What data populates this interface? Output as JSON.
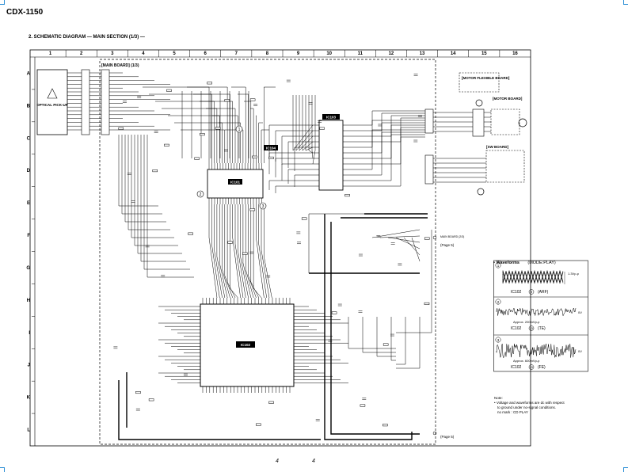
{
  "header": {
    "title": "CDX-1150",
    "subtitle": "2. SCHEMATIC DIAGRAM — MAIN SECTION (1/3) —"
  },
  "grid": {
    "columns": [
      "1",
      "2",
      "3",
      "4",
      "5",
      "6",
      "7",
      "8",
      "9",
      "10",
      "11",
      "12",
      "13",
      "14",
      "15",
      "16"
    ],
    "rows": [
      "A",
      "B",
      "C",
      "D",
      "E",
      "F",
      "G",
      "H",
      "I",
      "J",
      "K",
      "L"
    ]
  },
  "boards": {
    "main": "[MAIN BOARD] (1/3)",
    "optical": "OPTICAL PICK-UP",
    "motor_flexible": "[MOTOR FLEXIBLE BOARD]",
    "motor": "[MOTOR BOARD]",
    "sw": "[SW BOARD]"
  },
  "ic_labels": {
    "ic101": "IC101",
    "ic102": "IC102",
    "ic103": "IC103",
    "ic104": "IC104"
  },
  "page_refs": {
    "ref1_main": "MAIN BOARD (2/3)",
    "ref1_page": "(Page 5)",
    "ref2_page": "(Page 5)"
  },
  "waveforms": {
    "heading": "• Waveforms",
    "mode": "(MODE:PLAY)",
    "items": [
      {
        "num": "1",
        "amp": "1.3Vp-p",
        "ic": "IC102",
        "pin": "9",
        "sig": "(ARF)",
        "zero": ""
      },
      {
        "num": "2",
        "amp": "Approx. 200mVp-p",
        "ic": "IC102",
        "pin": "23",
        "sig": "(TE)",
        "zero": "0V"
      },
      {
        "num": "3",
        "amp": "Approx. 600mVp-p",
        "ic": "IC102",
        "pin": "23",
        "sig": "(FE)",
        "zero": "0V"
      }
    ]
  },
  "note": {
    "title": "Note:",
    "line1": "• Voltage and waveforms are dc with respect",
    "line2": "to ground under no-signal conditions.",
    "line3": "no mark : CD PLAY"
  },
  "footer": {
    "page_left": "4",
    "page_right": "4"
  }
}
